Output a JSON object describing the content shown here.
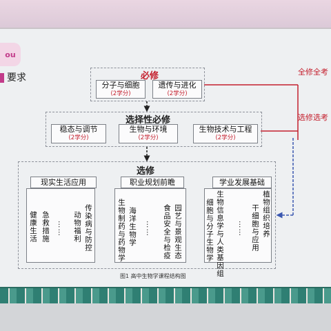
{
  "logo": "ou",
  "header": "要求",
  "required": {
    "title": "必修",
    "courses": [
      {
        "name": "分子与细胞",
        "credit": "(2学分)"
      },
      {
        "name": "遗传与进化",
        "credit": "(2学分)"
      }
    ]
  },
  "elective_required": {
    "title": "选择性必修",
    "courses": [
      {
        "name": "稳态与调节",
        "credit": "(2学分)"
      },
      {
        "name": "生物与环境",
        "credit": "(2学分)"
      },
      {
        "name": "生物技术与工程",
        "credit": "(2学分)"
      }
    ]
  },
  "elective": {
    "title": "选修",
    "groups": [
      {
        "title": "现实生活应用",
        "columns": [
          "健康生活",
          "急救措施",
          "……",
          "动物福利",
          "传染病与防控"
        ]
      },
      {
        "title": "职业规划前瞻",
        "columns": [
          "生物制药与药物学",
          "海洋生物学",
          "……",
          "食品安全与检疫",
          "园艺与景观生态"
        ]
      },
      {
        "title": "学业发展基础",
        "columns": [
          "细胞与分子生物学",
          "生物信息学与人类基因组",
          "……",
          "干细胞与应用",
          "植物组织培养"
        ]
      }
    ]
  },
  "side": {
    "full": "全修全考",
    "selective": "选修选考"
  },
  "caption": "图1 高中生物学课程结构图"
}
